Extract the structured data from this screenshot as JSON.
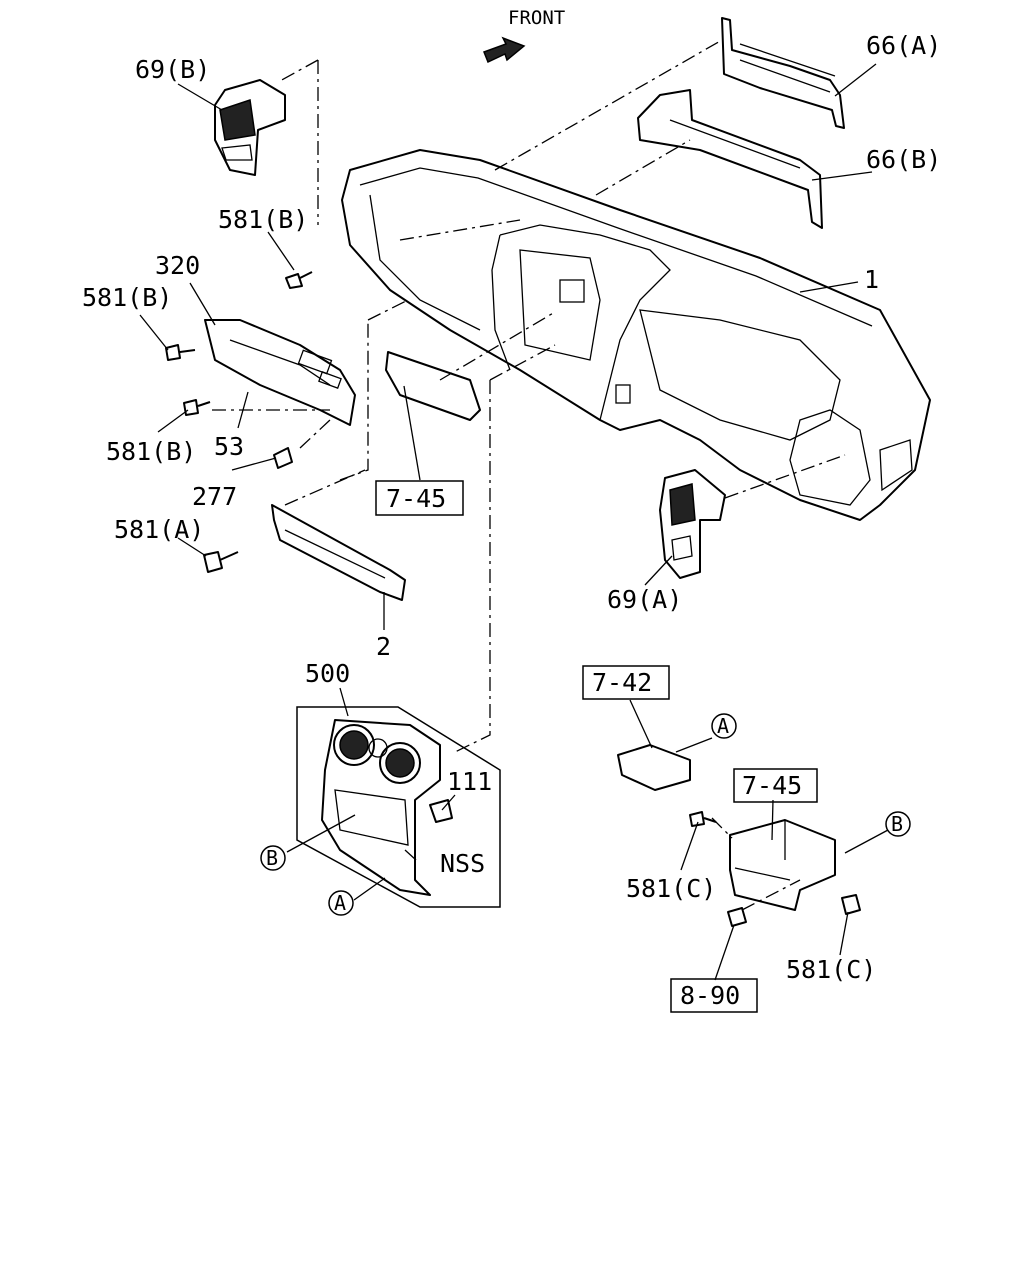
{
  "header": {
    "front_label": "FRONT"
  },
  "callouts": {
    "p69b": "69(B)",
    "p66a": "66(A)",
    "p66b": "66(B)",
    "p581b_top": "581(B)",
    "p320": "320",
    "p581b_left": "581(B)",
    "p581b_lower": "581(B)",
    "p53": "53",
    "p277": "277",
    "p1": "1",
    "p581a": "581(A)",
    "p2": "2",
    "p69a": "69(A)",
    "p500": "500",
    "p111": "111",
    "nss": "NSS",
    "p581c_left": "581(C)",
    "p581c_right": "581(C)"
  },
  "ref_boxes": {
    "r745_top": "7-45",
    "r742": "7-42",
    "r745_right": "7-45",
    "r890": "8-90"
  },
  "circled": {
    "b_left": "B",
    "a_left": "A",
    "a_right": "A",
    "b_right": "B"
  }
}
